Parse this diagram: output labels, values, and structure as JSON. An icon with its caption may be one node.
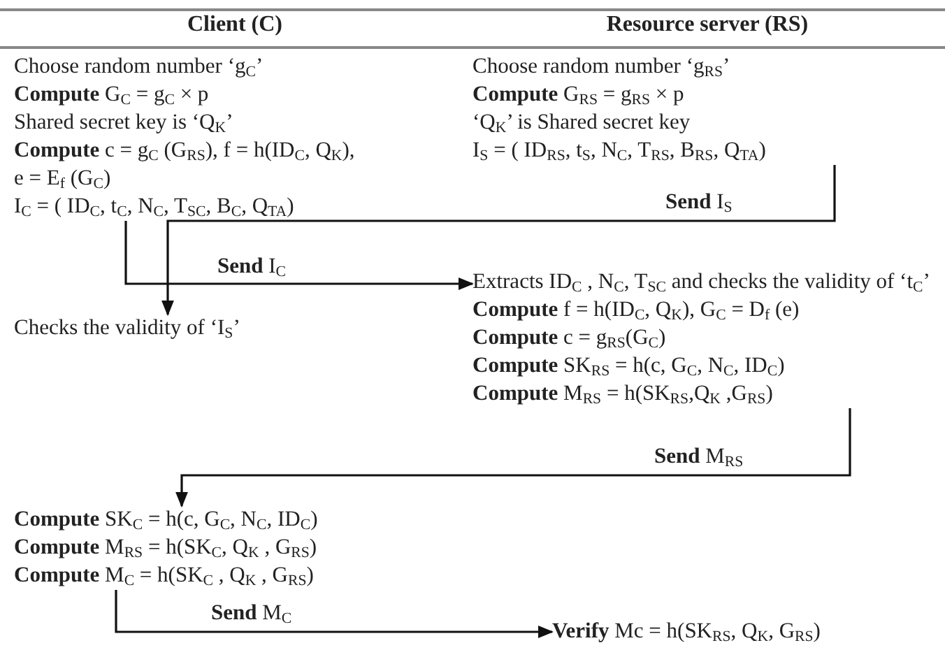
{
  "diagram": {
    "nodes": [
      {
        "text": [
          "Choose random number ‘g$_{C}$’",
          "**Compute** G$_{C}$ = g$_{C}$ × p",
          "Shared secret key is ‘Q$_{K}$’",
          "**Compute** c = g$_{C}$ (G$_{RS}$), f = h(ID$_{C}$, Q$_{K}$),",
          "e = E$_{f}$ (G$_{C}$)",
          "I$_{C}$ = ( ID$_{C}$, t$_{C}$, N$_{C}$, T$_{SC}$, B$_{C}$, Q$_{TA}$)"
        ]
      },
      {
        "text": [
          "Choose random number ‘g$_{RS}$’",
          "**Compute** G$_{RS}$ = g$_{RS}$ × p",
          "‘Q$_{K}$’ is Shared secret key",
          "I$_{S}$ = ( ID$_{RS}$, t$_{S}$, N$_{C}$, T$_{RS}$, B$_{RS}$, Q$_{TA}$)"
        ]
      },
      {
        "text": [
          "Extracts ID$_{C}$ , N$_{C}$, T$_{SC}$ and checks the validity of ‘t$_{C}$’",
          "**Compute** f = h(ID$_{C}$, Q$_{K}$), G$_{C}$ = D$_{f}$ (e)",
          "**Compute** c = g$_{RS}$(G$_{C}$)",
          "**Compute** SK$_{RS}$ = h(c, G$_{C}$, N$_{C}$, ID$_{C}$)",
          "**Compute** M$_{RS}$ = h(SK$_{RS}$,Q$_{K}$ ,G$_{RS}$)"
        ]
      },
      {
        "text": [
          "Checks the validity of ‘I$_{S}$’"
        ]
      },
      {
        "text": [
          "**Compute** SK$_{C}$ = h(c, G$_{C}$, N$_{C}$, ID$_{C}$)",
          "**Compute** M$_{RS}$ = h(SK$_{C}$, Q$_{K}$ , G$_{RS}$)",
          "**Compute** M$_{C}$ = h(SK$_{C}$ , Q$_{K}$ , G$_{RS}$)"
        ]
      },
      {
        "text": [
          "**Verify** Mc = h(SK$_{RS}$, Q$_{K}$, G$_{RS}$)"
        ]
      }
    ],
    "edges": [
      {
        "from": 0,
        "to": 2,
        "arrow": "to",
        "label": "**Send** I$_{C}$"
      },
      {
        "from": 1,
        "to": 3,
        "arrow": "to",
        "label": "**Send** I$_{S}$"
      },
      {
        "from": 2,
        "to": 4,
        "arrow": "to",
        "label": "**Send** M$_{RS}$"
      },
      {
        "from": 4,
        "to": 5,
        "arrow": "to",
        "label": "**Send** M$_{C}$"
      }
    ],
    "labels": [
      "Client (C)",
      "Resource server (RS)"
    ]
  }
}
